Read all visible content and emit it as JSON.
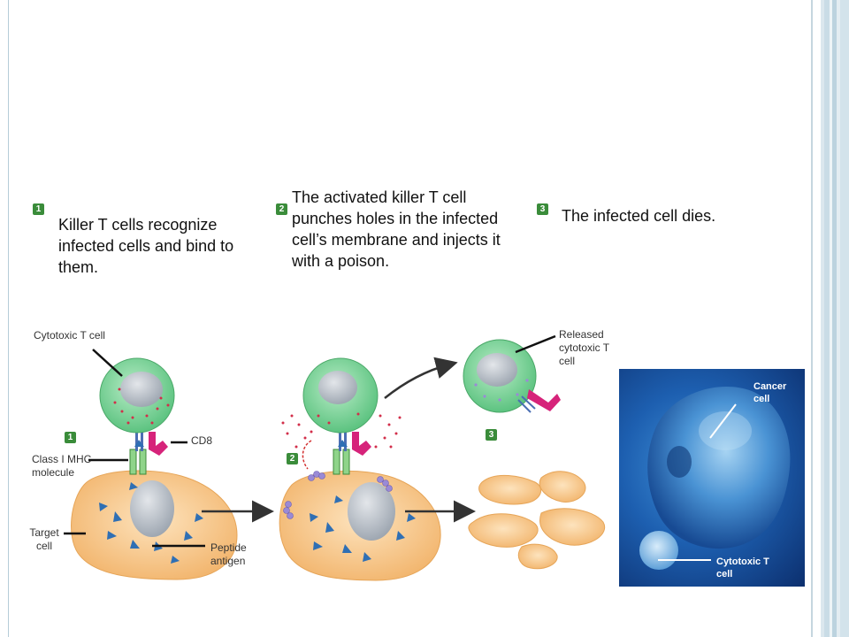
{
  "steps": [
    {
      "number": "1",
      "text": "Killer T cells recognize infected cells and bind to them."
    },
    {
      "number": "2",
      "text": "The activated killer T cell punches holes in the infected cell’s membrane and injects it with a poison."
    },
    {
      "number": "3",
      "text": "The infected cell dies."
    }
  ],
  "diagram_labels": {
    "cytotoxic_t_cell": "Cytotoxic T cell",
    "cd8": "CD8",
    "class_i_mhc": "Class I MHC molecule",
    "target_cell": "Target cell",
    "peptide_antigen": "Peptide antigen",
    "released_cytotoxic": "Released cytotoxic T cell"
  },
  "diagram_steps": [
    "1",
    "2",
    "3"
  ],
  "photo_labels": {
    "cancer_cell": "Cancer cell",
    "cytotoxic_t_cell": "Cytotoxic T cell"
  },
  "colors": {
    "t_cell": "#7fd49b",
    "target_cell": "#f7cf9a",
    "nucleus": "#b9bfc8",
    "badge": "#3a8c3a",
    "cd8": "#d6237a",
    "photo_bg": "#1d5fb0"
  }
}
